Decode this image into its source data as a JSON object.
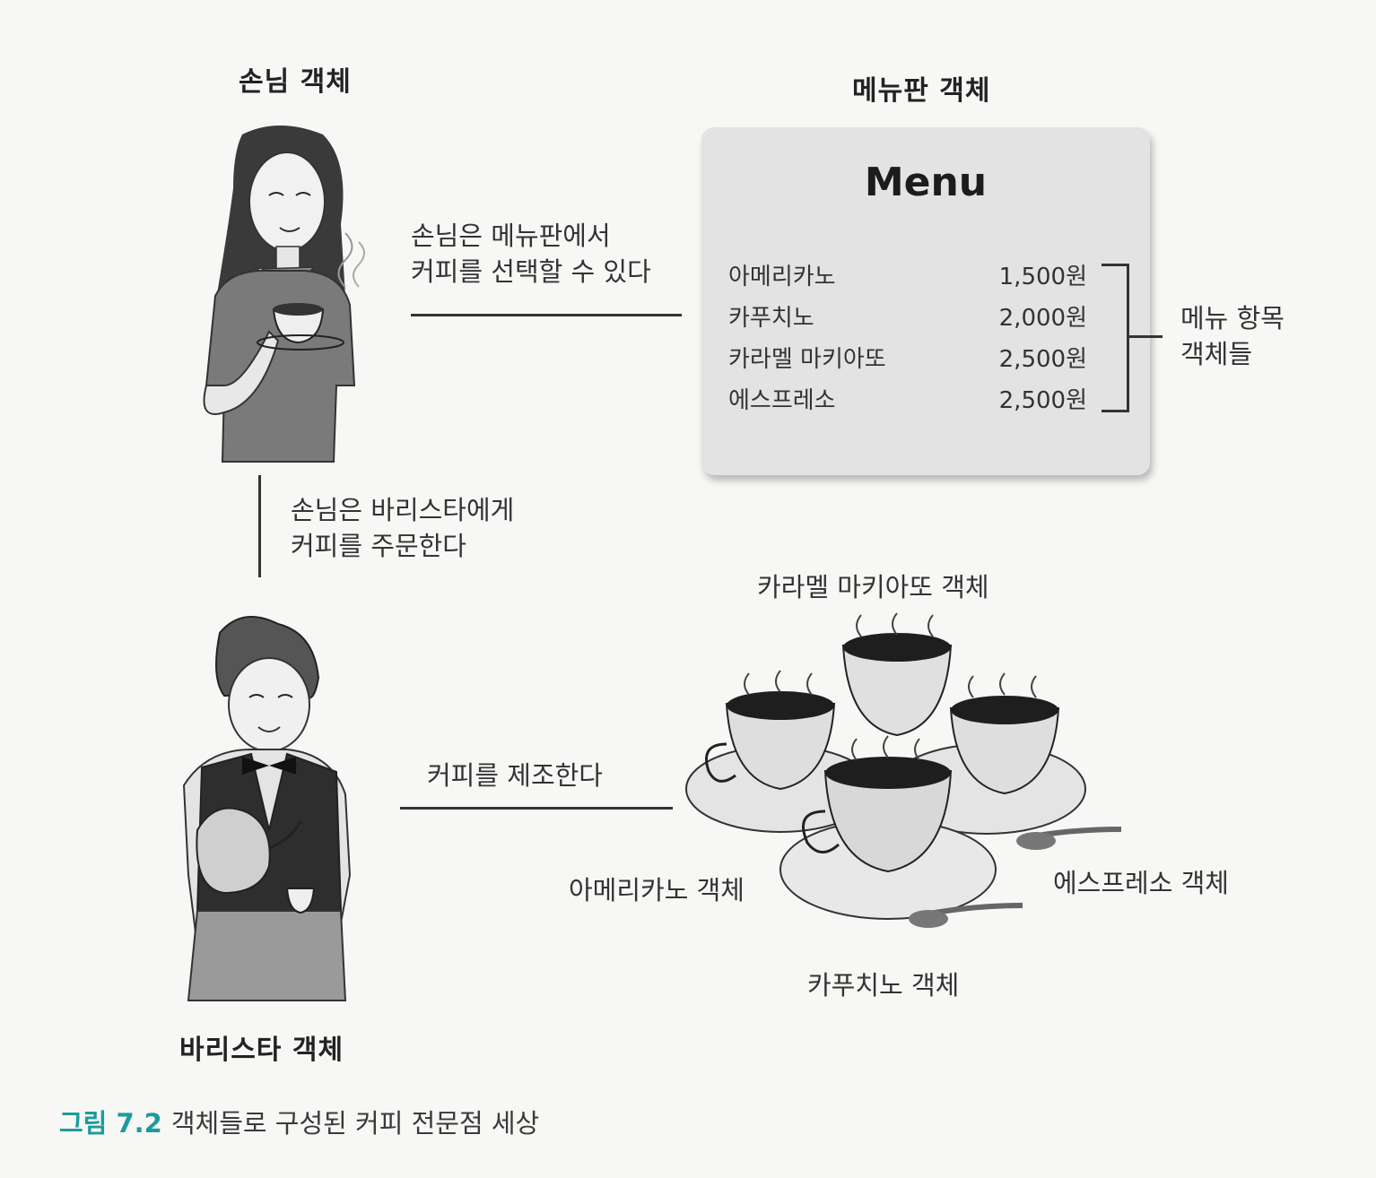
{
  "labels": {
    "customer_object": "손님 객체",
    "menu_board_object": "메뉴판 객체",
    "barista_object": "바리스타 객체",
    "menu_item_objects_line1": "메뉴 항목",
    "menu_item_objects_line2": "객체들"
  },
  "relations": {
    "customer_to_menu_line1": "손님은 메뉴판에서",
    "customer_to_menu_line2": "커피를 선택할 수 있다",
    "customer_to_barista_line1": "손님은 바리스타에게",
    "customer_to_barista_line2": "커피를 주문한다",
    "barista_to_coffee": "커피를 제조한다"
  },
  "menu": {
    "title": "Menu",
    "items": [
      {
        "name": "아메리카노",
        "price": "1,500원"
      },
      {
        "name": "카푸치노",
        "price": "2,000원"
      },
      {
        "name": "카라멜 마키아또",
        "price": "2,500원"
      },
      {
        "name": "에스프레소",
        "price": "2,500원"
      }
    ]
  },
  "coffee_objects": {
    "caramel_macchiato": "카라멜 마키아또 객체",
    "americano": "아메리카노 객체",
    "espresso": "에스프레소 객체",
    "cappuccino": "카푸치노 객체"
  },
  "caption": {
    "number": "그림 7.2",
    "text": "객체들로 구성된 커피 전문점 세상"
  },
  "icons": [
    "customer-illustration",
    "barista-illustration",
    "coffee-cups-illustration"
  ],
  "colors": {
    "caption_accent": "#1c9c9c",
    "menu_board": "#e3e3e3",
    "line": "#333333"
  }
}
